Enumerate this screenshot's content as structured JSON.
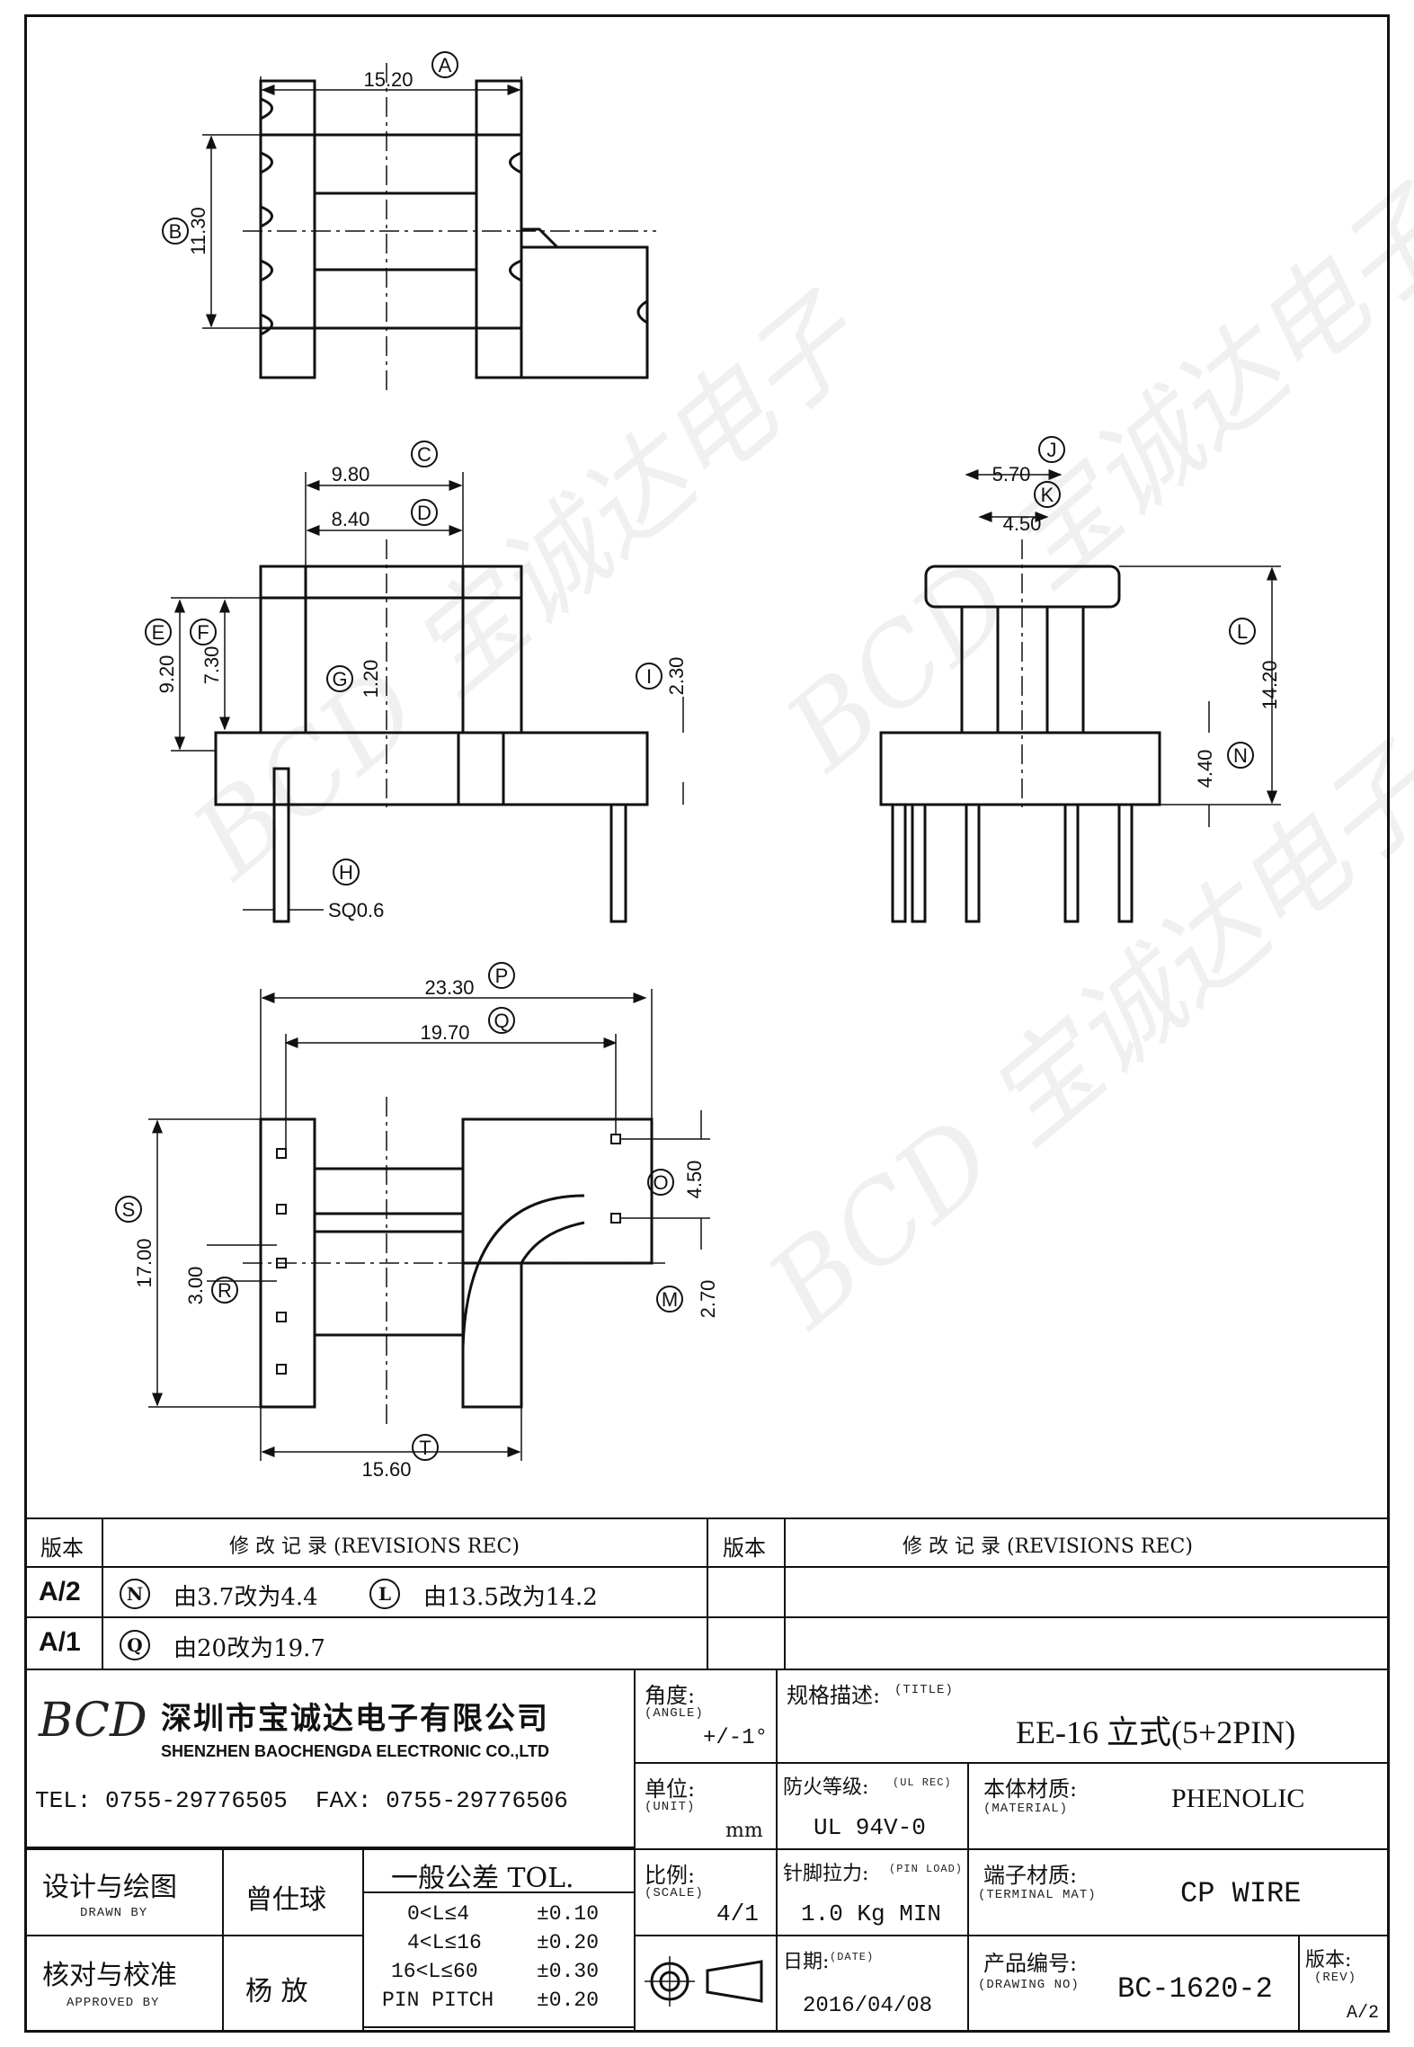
{
  "watermark": "BCD 宝诚达电子",
  "dims": {
    "a": {
      "letter": "A",
      "value": "15.20"
    },
    "b": {
      "letter": "B",
      "value": "11.30"
    },
    "c": {
      "letter": "C",
      "value": "9.80"
    },
    "d": {
      "letter": "D",
      "value": "8.40"
    },
    "e": {
      "letter": "E",
      "value": "9.20"
    },
    "f": {
      "letter": "F",
      "value": "7.30"
    },
    "g": {
      "letter": "G",
      "value": "1.20"
    },
    "h": {
      "letter": "H",
      "value": "SQ0.6"
    },
    "i": {
      "letter": "I",
      "value": "2.30"
    },
    "j": {
      "letter": "J",
      "value": "5.70"
    },
    "k": {
      "letter": "K",
      "value": "4.50"
    },
    "l": {
      "letter": "L",
      "value": "14.20"
    },
    "n": {
      "letter": "N",
      "value": "4.40"
    },
    "p": {
      "letter": "P",
      "value": "23.30"
    },
    "q": {
      "letter": "Q",
      "value": "19.70"
    },
    "o": {
      "letter": "O",
      "value": "4.50"
    },
    "s": {
      "letter": "S",
      "value": "17.00"
    },
    "r": {
      "letter": "R",
      "value": "3.00"
    },
    "m": {
      "letter": "M",
      "value": "2.70"
    },
    "t": {
      "letter": "T",
      "value": "15.60"
    }
  },
  "revisions": {
    "col_version": "版本",
    "col_record": "修 改 记 录 (REVISIONS REC)",
    "rows": [
      {
        "version": "A/2",
        "c1": "N",
        "t1": "由3.7改为4.4",
        "c2": "L",
        "t2": "由13.5改为14.2"
      },
      {
        "version": "A/1",
        "c1": "Q",
        "t1": "由20改为19.7",
        "c2": "",
        "t2": ""
      }
    ]
  },
  "company": {
    "logo": "BCD",
    "name_cn": "深圳市宝诚达电子有限公司",
    "name_en": "SHENZHEN BAOCHENGDA ELECTRONIC CO.,LTD",
    "tel": "TEL: 0755-29776505  FAX: 0755-29776506"
  },
  "title_block": {
    "angle_label": "角度:",
    "angle_sub": "(ANGLE)",
    "angle_value": "+/-1°",
    "title_label": "规格描述:",
    "title_sub": "(TITLE)",
    "title_value": "EE-16 立式(5+2PIN)",
    "unit_label": "单位:",
    "unit_sub": "(UNIT)",
    "unit_value": "mm",
    "ul_label": "防火等级:",
    "ul_sub": "(UL REC)",
    "ul_value": "UL 94V-0",
    "material_label": "本体材质:",
    "material_sub": "(MATERIAL)",
    "material_value": "PHENOLIC",
    "drawn_label": "设计与绘图",
    "drawn_sub": "DRAWN BY",
    "drawn_value": "曾仕球",
    "tol_label": "一般公差 TOL.",
    "tol_rows": [
      {
        "range": "0<L≤4",
        "val": "±0.10"
      },
      {
        "range": "4<L≤16",
        "val": "±0.20"
      },
      {
        "range": "16<L≤60",
        "val": "±0.30"
      },
      {
        "range": "PIN PITCH",
        "val": "±0.20"
      }
    ],
    "scale_label": "比例:",
    "scale_sub": "(SCALE)",
    "scale_value": "4/1",
    "pin_label": "针脚拉力:",
    "pin_sub": "(PIN LOAD)",
    "pin_value": "1.0 Kg MIN",
    "terminal_label": "端子材质:",
    "terminal_sub": "(TERMINAL MAT)",
    "terminal_value": "CP WIRE",
    "approved_label": "核对与校准",
    "approved_sub": "APPROVED BY",
    "approved_value": "杨 放",
    "date_label": "日期:",
    "date_sub": "(DATE)",
    "date_value": "2016/04/08",
    "drawing_label": "产品编号:",
    "drawing_sub": "(DRAWING NO)",
    "drawing_value": "BC-1620-2",
    "rev_label": "版本:",
    "rev_sub": "(REV)",
    "rev_value": "A/2"
  }
}
